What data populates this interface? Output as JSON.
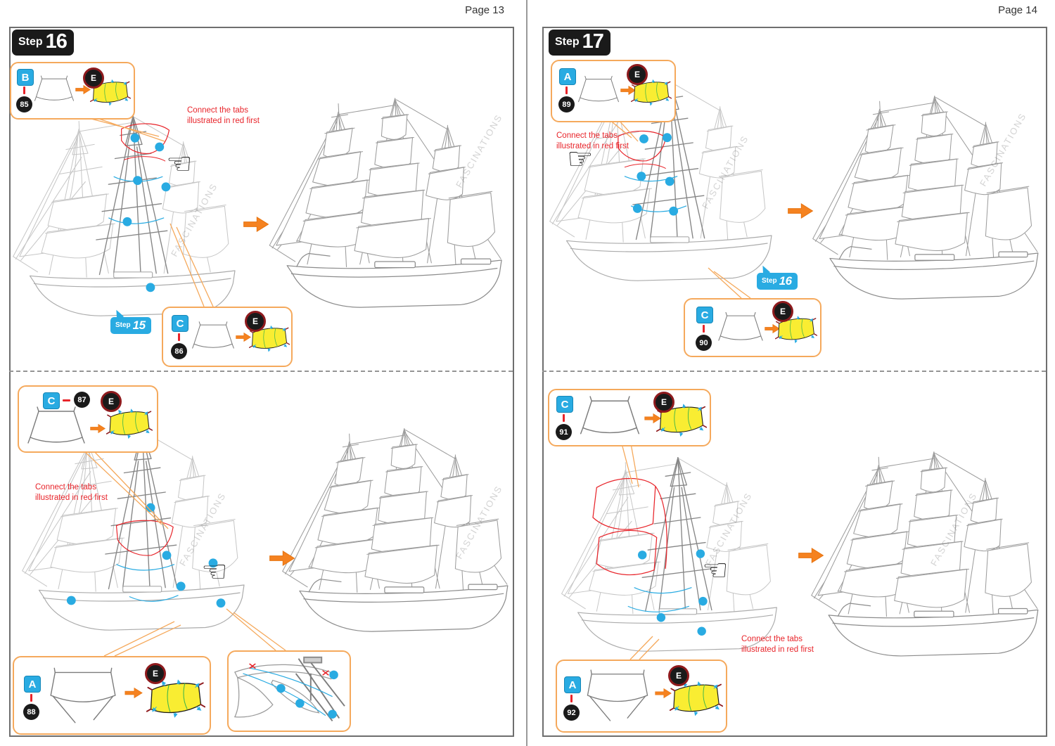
{
  "document": {
    "watermark": "FASCINATIONS"
  },
  "colors": {
    "blue": "#29ABE2",
    "orange": "#F58220",
    "callout-border": "#F5A95C",
    "yellow": "#F9ED32",
    "green": "#3DB54A",
    "red": "#E8242A",
    "dark-red": "#8E1A1D",
    "badge-black": "#1A1A1A",
    "line-gray": "#A6A6A6"
  },
  "icons": {
    "hand_left": "☜",
    "hand_right": "☞"
  },
  "pages": [
    {
      "label": "Page 13",
      "step": {
        "prefix": "Step",
        "number": "16"
      },
      "sections": [
        {
          "callouts": [
            {
              "letter": "B",
              "part": "85",
              "material": "E"
            },
            {
              "letter": "C",
              "part": "86",
              "material": "E"
            }
          ],
          "note1": "Connect the tabs",
          "note2": "illustrated in red first",
          "flag": {
            "prefix": "Step",
            "number": "15"
          }
        },
        {
          "callouts": [
            {
              "letter": "C",
              "part": "87",
              "material": "E"
            },
            {
              "letter": "A",
              "part": "88",
              "material": "E"
            }
          ],
          "note1": "Connect the tabs",
          "note2": "illustrated in red first"
        }
      ]
    },
    {
      "label": "Page 14",
      "step": {
        "prefix": "Step",
        "number": "17"
      },
      "sections": [
        {
          "callouts": [
            {
              "letter": "A",
              "part": "89",
              "material": "E"
            },
            {
              "letter": "C",
              "part": "90",
              "material": "E"
            }
          ],
          "note1": "Connect the tabs",
          "note2": "illustrated in red first",
          "flag": {
            "prefix": "Step",
            "number": "16"
          }
        },
        {
          "callouts": [
            {
              "letter": "C",
              "part": "91",
              "material": "E"
            },
            {
              "letter": "A",
              "part": "92",
              "material": "E"
            }
          ],
          "note1": "Connect the tabs",
          "note2": "illustrated in red first"
        }
      ]
    }
  ]
}
